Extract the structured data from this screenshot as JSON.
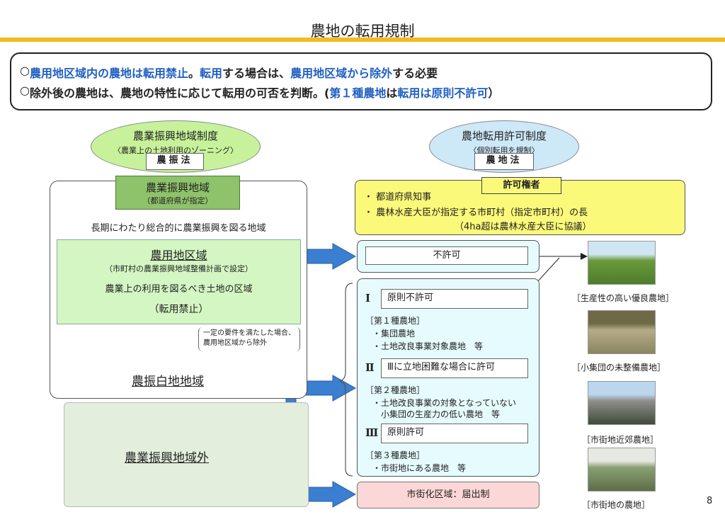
{
  "title": "農地の転用規制",
  "summary": {
    "bullet": "○",
    "line1": [
      {
        "text": "農用地区域内の農地は転用禁止",
        "hl": true
      },
      {
        "text": "。",
        "hl": false
      },
      {
        "text": "転用",
        "hl": true
      },
      {
        "text": "する場合は、",
        "hl": false
      },
      {
        "text": "農用地区域から除外",
        "hl": true
      },
      {
        "text": "する必要",
        "hl": false
      }
    ],
    "line2": [
      {
        "text": "除外後の農地は、農地の特性に応じて転用の可否を判断。(",
        "hl": false
      },
      {
        "text": "第１種農地",
        "hl": true
      },
      {
        "text": "は",
        "hl": false
      },
      {
        "text": "転用は原則不許可",
        "hl": true
      },
      {
        "text": "）",
        "hl": false
      }
    ]
  },
  "left_system": {
    "title": "農業振興地域制度",
    "subtitle": "〈農業上の土地利用のゾーニング〉",
    "law": "農振法"
  },
  "right_system": {
    "title": "農地転用許可制度",
    "subtitle": "〈個別転用を規制〉",
    "law": "農地法"
  },
  "zone": {
    "title": "農業振興地域",
    "designated": "（都道府県が指定）",
    "description": "長期にわたり総合的に農業振興を図る地域"
  },
  "agri_area": {
    "title": "農用地区域",
    "designated": "（市町村の農業振興地域整備計画で設定）",
    "description": "農業上の利用を図るべき土地の区域",
    "note": "（転用禁止）"
  },
  "exclusion_note": {
    "line1": "一定の要件を満たした場合、",
    "line2": "農用地区域から除外"
  },
  "white_area": "農振白地地域",
  "outside_area": "農業振興地域外",
  "permission": {
    "title": "許可権者",
    "items": [
      "・ 都道府県知事",
      "・ 農林水産大臣が指定する市町村（指定市町村）の長"
    ],
    "note": "（4ha超は農林水産大臣に協議）"
  },
  "not_permitted": "不許可",
  "classes": [
    {
      "numeral": "Ⅰ",
      "rule": "原則不許可",
      "category": "［第１種農地］",
      "items": [
        "・集団農地",
        "・土地改良事業対象農地　等"
      ]
    },
    {
      "numeral": "Ⅱ",
      "rule": "Ⅲに立地困難な場合に許可",
      "category": "［第２種農地］",
      "items": [
        "・土地改良事業の対象となっていない",
        "　小集団の生産力の低い農地　等"
      ]
    },
    {
      "numeral": "Ⅲ",
      "rule": "原則許可",
      "category": "［第３種農地］",
      "items": [
        "・市街地にある農地　等"
      ]
    }
  ],
  "urban_zone": "市街化区域：届出制",
  "photos": [
    {
      "caption": "生産性の高い優良農地",
      "colors": [
        "#cfe6f2",
        "#6a9a3a",
        "#4d7d2b"
      ]
    },
    {
      "caption": "小集団の未整備農地",
      "colors": [
        "#6f6a45",
        "#b6ad88",
        "#8a8460"
      ]
    },
    {
      "caption": "市街地近郊農地",
      "colors": [
        "#bcd6ec",
        "#8f8f8a",
        "#3f4b3a"
      ]
    },
    {
      "caption": "市街地の農地",
      "colors": [
        "#e6e8e2",
        "#8aa074",
        "#5d6e48"
      ]
    }
  ],
  "page_number": "8",
  "colors": {
    "accent_bar": "#f3bb1c",
    "highlight": "#1f5fc2",
    "arrow": "#3a7fd0"
  }
}
